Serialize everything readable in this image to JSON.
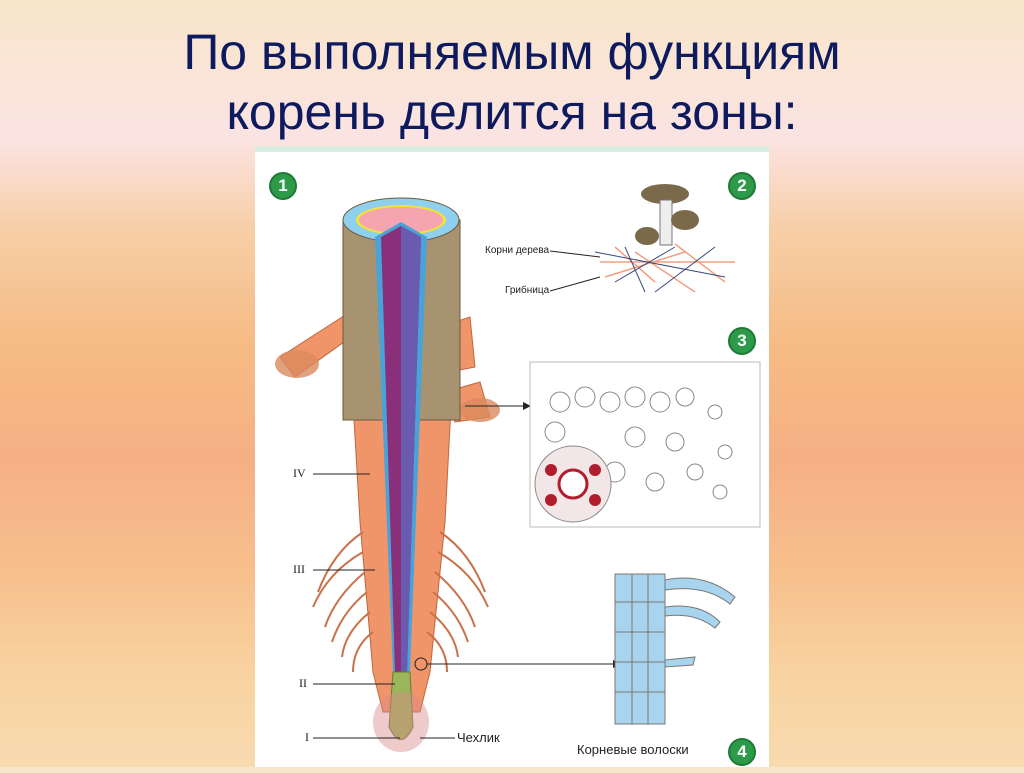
{
  "slide": {
    "title_line1": "По выполняемым функциям",
    "title_line2": "корень делится на зоны:"
  },
  "figure": {
    "badges": [
      "1",
      "2",
      "3",
      "4"
    ],
    "panel1": {
      "zone_labels": [
        "IV",
        "III",
        "II",
        "I"
      ],
      "cap_label": "Чехлик"
    },
    "panel2": {
      "labels": [
        "Корни дерева",
        "Грибница"
      ]
    },
    "panel4": {
      "caption": "Корневые волоски"
    }
  },
  "colors": {
    "title": "#0d1a5e",
    "badge": "#2d9a4a",
    "root_body": "#f0956a",
    "stele_purple": "#8a2f7a",
    "stele_blue": "#4aa3d8",
    "background_top": "#f8e6c9",
    "background_mid": "#f5b084"
  }
}
